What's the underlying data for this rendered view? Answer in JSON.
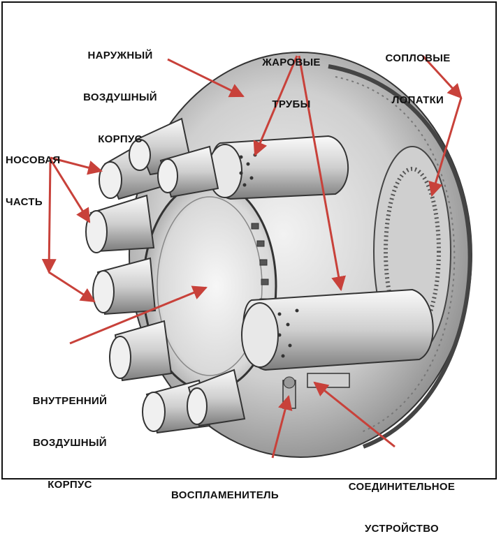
{
  "labels": {
    "outer_casing": [
      "НАРУЖНЫЙ",
      "ВОЗДУШНЫЙ",
      "КОРПУС"
    ],
    "flame_tubes": [
      "ЖАРОВЫЕ",
      "ТРУБЫ"
    ],
    "nozzle_vanes": [
      "СОПЛОВЫЕ",
      "ЛОПАТКИ"
    ],
    "nose_part": [
      "НОСОВАЯ",
      "ЧАСТЬ"
    ],
    "inner_casing": [
      "ВНУТРЕННИЙ",
      "ВОЗДУШНЫЙ",
      "КОРПУС"
    ],
    "igniter": [
      "ВОСПЛАМЕНИТЕЛЬ"
    ],
    "connector": [
      "СОЕДИНИТЕЛЬНОЕ",
      "УСТРОЙСТВО"
    ]
  },
  "colors": {
    "arrow": "#c8413a",
    "metal_light": "#e4e4e4",
    "metal_mid": "#b9b9b9",
    "metal_dark": "#6f6f6f",
    "ink": "#111111"
  }
}
